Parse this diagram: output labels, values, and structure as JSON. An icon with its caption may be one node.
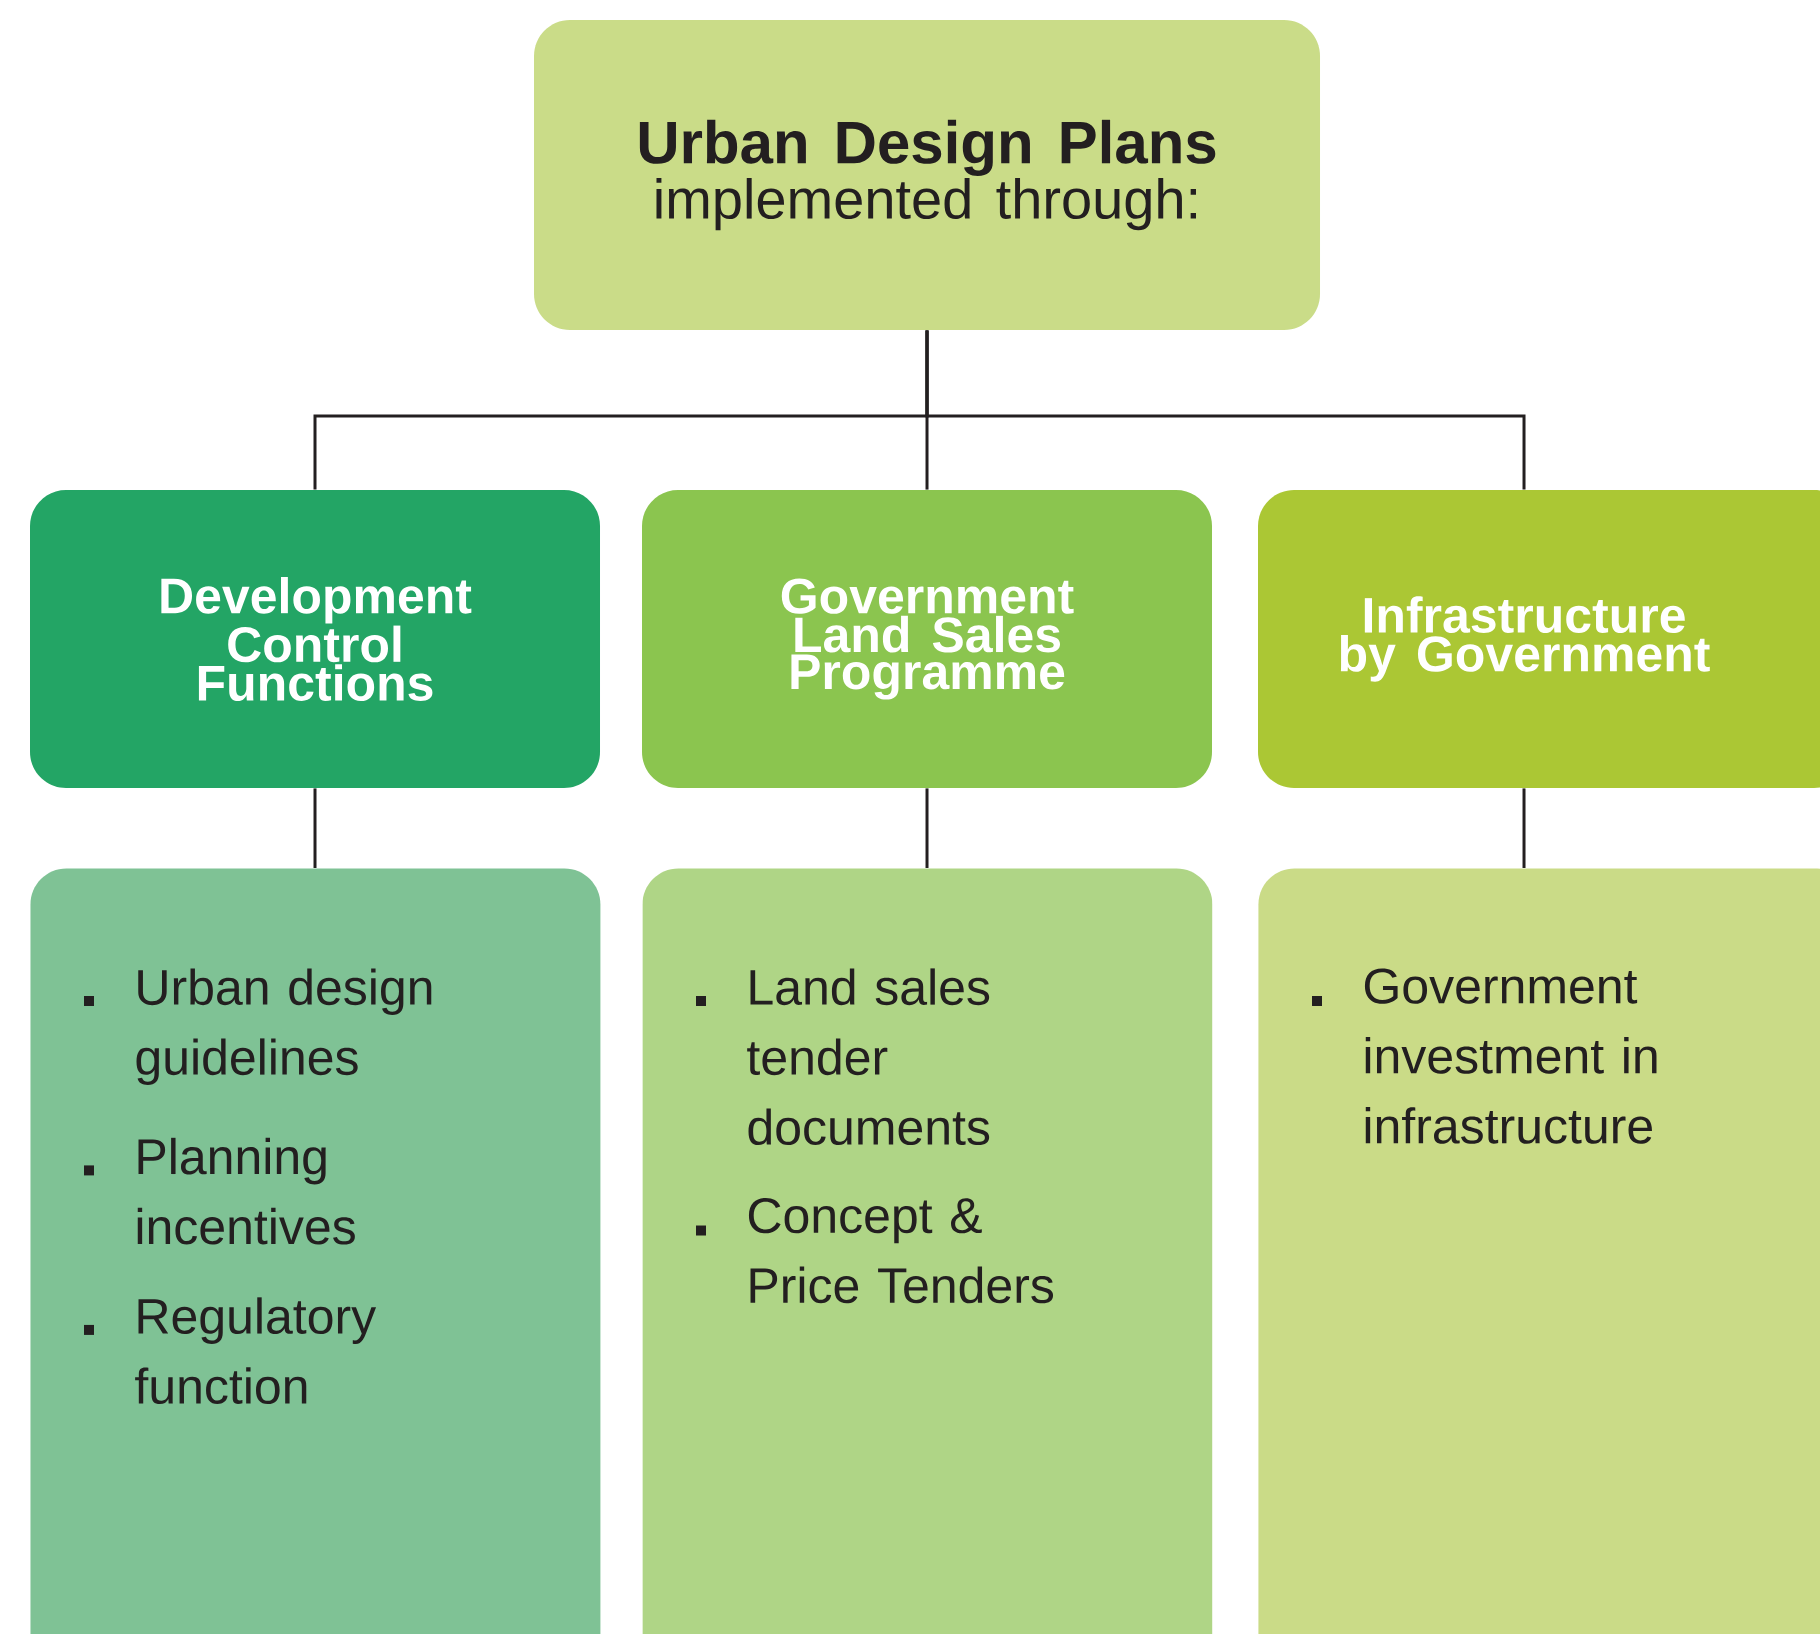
{
  "diagram": {
    "nodes": [
      {
        "text": [
          "Urban Design Plans",
          "implemented through:"
        ]
      },
      {
        "text": [
          "Development Control Functions"
        ]
      },
      {
        "text": [
          "Government Land Sales Programme"
        ]
      },
      {
        "text": [
          "Infrastructure by Government"
        ]
      },
      {
        "text": [
          "Urban design guidelines",
          "Planning incentives",
          "Regulatory function"
        ]
      },
      {
        "text": [
          "Land sales tender documents",
          "Concept & Price Tenders"
        ]
      },
      {
        "text": [
          "Government investment in infrastructure"
        ]
      }
    ],
    "edges": [
      {
        "from": 0,
        "to": 1,
        "arrow": "none"
      },
      {
        "from": 0,
        "to": 2,
        "arrow": "none"
      },
      {
        "from": 0,
        "to": 3,
        "arrow": "none"
      },
      {
        "from": 1,
        "to": 4,
        "arrow": "none"
      },
      {
        "from": 2,
        "to": 5,
        "arrow": "none"
      },
      {
        "from": 3,
        "to": 6,
        "arrow": "none"
      }
    ]
  }
}
